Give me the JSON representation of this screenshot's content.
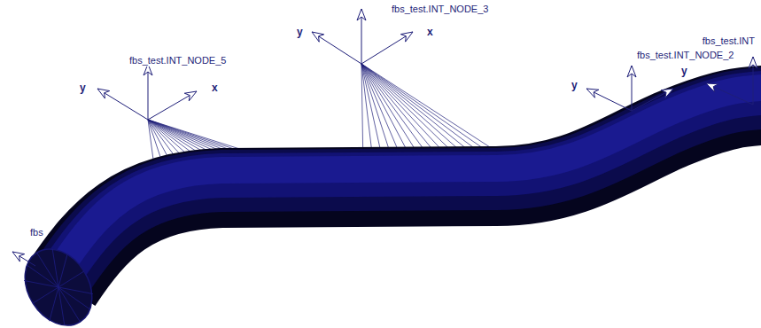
{
  "diagram": {
    "labels": [
      "fbs_test.INT_NODE_3",
      "y",
      "x",
      "fbs_test.INT_NODE_5",
      "y",
      "x",
      "fbs_test.INT",
      "fbs_test.INT_NODE_2",
      "y",
      "y",
      "fbs"
    ]
  }
}
